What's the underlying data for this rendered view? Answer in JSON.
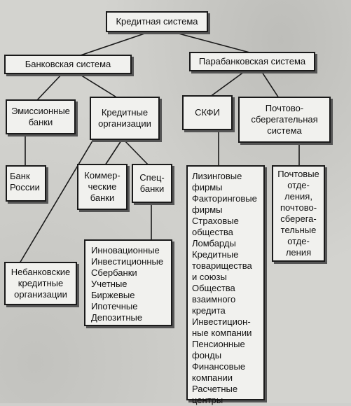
{
  "diagram": {
    "root": {
      "label": "Кредитная система"
    },
    "banking_system": {
      "label": "Банковская система"
    },
    "parabanking_system": {
      "label": "Парабанковская система"
    },
    "emission_banks": {
      "label": "Эмиссионные\nбанки"
    },
    "credit_organizations": {
      "label": "Кредитные\nорганизации"
    },
    "skfi": {
      "label": "СКФИ"
    },
    "postal_savings_system": {
      "label": "Почтово-\nсберегательная\nсистема"
    },
    "bank_of_russia": {
      "label": "Банк\nРоссии"
    },
    "commercial_banks": {
      "label": "Коммер-\nческие\nбанки"
    },
    "special_banks": {
      "label": "Спец-\nбанки"
    },
    "nonbank_credit_organizations": {
      "label": "Небанковские\nкредитные\nорганизации"
    },
    "special_banks_list": {
      "label": "Инновационные\nИнвестиционные\nСбербанки\nУчетные\nБиржевые\nИпотечные\nДепозитные"
    },
    "skfi_list": {
      "label": "Лизинговые\nфирмы\nФакторинговые\nфирмы\nСтраховые\nобщества\nЛомбарды\nКредитные\nтоварищества\nи союзы\nОбщества\nвзаимного\nкредита\nИнвестицион-\nные компании\nПенсионные\nфонды\nФинансовые\nкомпании\nРасчетные\nцентры"
    },
    "postal_list": {
      "label": "Почтовые\nотде-\nления,\nпочтово-\nсберега-\nтельные\nотде-\nления"
    }
  }
}
